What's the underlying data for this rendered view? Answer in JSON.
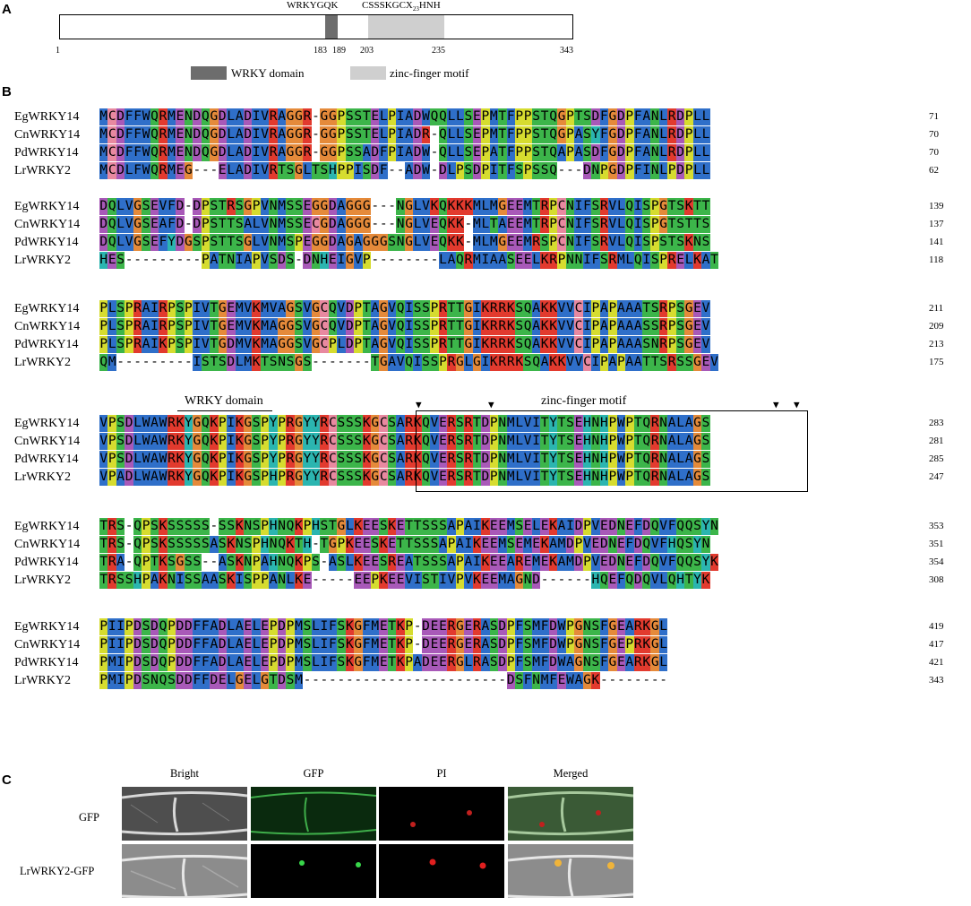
{
  "panels": {
    "a": "A",
    "b": "B",
    "c": "C"
  },
  "panel_a": {
    "motif1_label": "WRKYGQK",
    "motif2_label": "CSSSKGCX",
    "motif2_sub": "23",
    "motif2_suffix": "HNH",
    "ticks": [
      "1",
      "183",
      "189",
      "203",
      "235",
      "343"
    ],
    "legend": {
      "wrky": "WRKY domain",
      "zinc": "zinc-finger motif"
    },
    "colors": {
      "wrky": "#6d6d6d",
      "zinc": "#cfcfcf"
    }
  },
  "alignment": {
    "colors": {
      "blue": "#2f6fc9",
      "red": "#e23a2e",
      "green": "#3cb54a",
      "orange": "#e58a3a",
      "magenta": "#a859b8",
      "pink": "#e889a0",
      "yellow": "#d6dc2f",
      "cyan": "#2bb5b0"
    },
    "annotations": {
      "wrky_domain": "WRKY domain",
      "zinc_finger": "zinc-finger motif"
    },
    "blocks": [
      {
        "names": [
          "EgWRKY14",
          "CnWRKY14",
          "PdWRKY14",
          "LrWRKY2"
        ],
        "seqs": [
          "MCDFFWQRMENDQGDLADIVRAGGR-GGPSSTELPIADWQQLLSEPMTFPPSTQGPTSDFGDPFANLRDPLL",
          "MCDFFWQRMENDQGDLADIVRAGGR-GGPSSTELPIADR-QLLSEPMTFPPSTQGPASYFGDPFANLRDPLL",
          "MCDFFWQRMENDQGDLADIVRAGGR-GGPSSADFPIADW-QLLSEPATFPPSTQAPASDFGDPFANLRDPLL",
          "MCDLFWQRMEG---ELADIVRTSGLTSHPPISDF--ADW-DLPSDPITFSPSSQ---DNPGDPFINLPDPLL"
        ],
        "ends": [
          "71",
          "70",
          "70",
          "62"
        ]
      },
      {
        "names": [
          "EgWRKY14",
          "CnWRKY14",
          "PdWRKY14",
          "LrWRKY2"
        ],
        "seqs": [
          "DQLVGSEVFD-DPSTRSGPVNMSSEGGDAGGG---NGLVKQKKKMLMGEEMTRPCNIFSRVLQISPGTSKTT",
          "DQLVGSEAFD-DPSTTSALVNMSSECGDAGGG---NGLVEQKK-MLTAEEMTRPCNIFSRVLQISPGTSTTS",
          "DQLVGSEFYDGSPSTTSGLVNMSPEGGDAGAGGGSNGLVEQKK-MLMGEEMRSPCNIFSRVLQISPSTSKNS",
          "HES---------PATNIAPVSDS-DNHEIGVP--------LAQRMIAASEELKRPNNIFSRMLQISPRELKAT"
        ],
        "ends": [
          "139",
          "137",
          "141",
          "118"
        ]
      },
      {
        "names": [
          "EgWRKY14",
          "CnWRKY14",
          "PdWRKY14",
          "LrWRKY2"
        ],
        "seqs": [
          "PLSPRAIRPSPIVTGEMVKMVAGSVGCQVDPTAGVQISSPRTTGIKRRKSQAKKVVCIPAPAAATSRPSGEV",
          "PLSPRAIRPSPIVTGEMVKMAGGSVGCQVDPTAGVQISSPRTTGIKRRKSQAKKVVCIPAPAAASSRPSGEV",
          "PLSPRAIKPSPIVTGDMVKMAGGSVGCPLDPTAGVQISSPRTTGIKRRKSQAKKVVCIPAPAAASNRPSGEV",
          "QM---------ISTSDLMKTSNSGS-------TGAVQISSPRGLGIKRRKSQAKKVVCIPAPAATTSRSSGEV"
        ],
        "ends": [
          "211",
          "209",
          "213",
          "175"
        ]
      },
      {
        "names": [
          "EgWRKY14",
          "CnWRKY14",
          "PdWRKY14",
          "LrWRKY2"
        ],
        "seqs": [
          "VPSDLWAWRKYGQKPIKGSPYPRGYYRCSSSKGCSARKQVERSRTDPNMLVITYTSEHNHPWPTQRNALAGS",
          "VPSDLWAWRKYGQKPIKGSPYPRGYYRCSSSKGCSARKQVERSRTDPNMLVITYTSEHNHPWPTQRNALAGS",
          "VPSDLWAWRKYGQKPIKGSPYPRGYYRCSSSKGCSARKQVERSRTDPNMLVITYTSEHNHPWPTQRNALAGS",
          "VPADLWAWRKYGQKPIKGSPHPRGYYRCSSSKGCSARKQVERSRTDPNMLVITYTSEHNHPWPTQRNALAGS"
        ],
        "ends": [
          "283",
          "281",
          "285",
          "247"
        ]
      },
      {
        "names": [
          "EgWRKY14",
          "CnWRKY14",
          "PdWRKY14",
          "LrWRKY2"
        ],
        "seqs": [
          "TRS-QPSKSSSSS-SSKNSPHNQKPHSTGLKEESKETTSSSAPAIKEEMSELEKAIDPVEDNEFDQVFQQSYN",
          "TRS-QPSKSSSSSASKNSPHNQKTH-TGPKEESKETTSSSAPAIKEEMSEMEKAMDPVEDNEFDQVFHQSYN",
          "TRA-QPTKSGSS--ASKNPAHNQKPS-ASLKEESREATSSSAPAIKEEAREMEKAMDPVEDNEFDQVFQQSYK",
          "TRSSHPAKNISSAASKISPPANLKE-----EEPKEEVISTIVPVKEEMAGND------HQEFQDQVLQHTYK"
        ],
        "ends": [
          "353",
          "351",
          "354",
          "308"
        ]
      },
      {
        "names": [
          "EgWRKY14",
          "CnWRKY14",
          "PdWRKY14",
          "LrWRKY2"
        ],
        "seqs": [
          "PIIPDSDQPDDFFADLAELEPDPMSLIFSKGFMETKP-DEERGERASDPFSMFDWPGNSFGEARKGL",
          "PIIPDSDQPDDFFADLAELEPDPMSLIFSKGFMETKP-DEERGERASDPFSMFDWPGNSFGEPRKGL",
          "PMIPDSDQPDDFFADLAELEPDPMSLIFSKGFMETKPADEERGLRASDPFSMFDWAGNSFGEARKGL",
          "PMIPDSNQSDDFFDELGELGTDSM------------------------DSFNMFEWAGK--------"
        ],
        "ends": [
          "419",
          "417",
          "421",
          "343"
        ]
      }
    ]
  },
  "panel_c": {
    "columns": [
      "Bright",
      "GFP",
      "PI",
      "Merged"
    ],
    "rows": [
      "GFP",
      "LrWRKY2-GFP"
    ]
  }
}
